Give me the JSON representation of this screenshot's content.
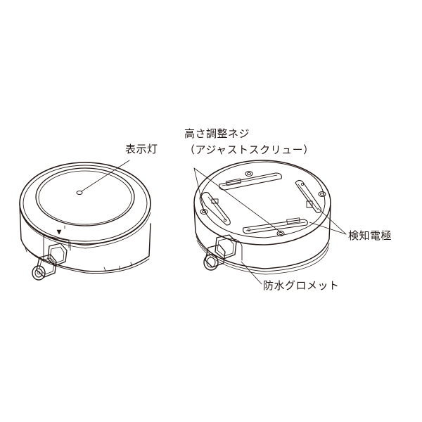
{
  "diagram": {
    "type": "product-parts-diagram",
    "subject": "round sensor unit shown from top and from bottom",
    "colors": {
      "line": "#231815",
      "background": "#ffffff"
    },
    "views": [
      {
        "id": "top-view",
        "description": "sensor unit top side with indicator lamp"
      },
      {
        "id": "bottom-view",
        "description": "sensor unit underside with electrodes and adjusting screws"
      }
    ],
    "labels": {
      "indicator_lamp": "表示灯",
      "height_screw_line1": "高さ調整ネジ",
      "height_screw_line2": "（アジャストスクリュー）",
      "detection_electrode": "検知電極",
      "waterproof_grommet": "防水グロメット"
    }
  }
}
